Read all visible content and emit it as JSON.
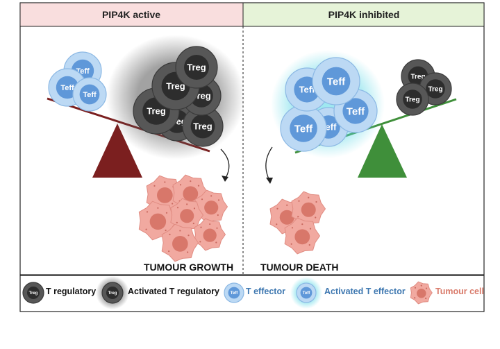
{
  "panels": {
    "left": {
      "title": "PIP4K active",
      "outcome": "TUMOUR GROWTH",
      "bg": "#f9dede"
    },
    "right": {
      "title": "PIP4K inhibited",
      "outcome": "TUMOUR DEATH",
      "bg": "#e6f3d8"
    }
  },
  "cells": {
    "treg": "Treg",
    "teff": "Teff"
  },
  "legend": {
    "treg": "T regulatory",
    "activated_treg": "Activated T regulatory",
    "teff": "T effector",
    "activated_teff": "Activated T effector",
    "tumour": "Tumour cell"
  },
  "colors": {
    "left_balance": "#7b1f1f",
    "right_balance": "#3f8f3a",
    "treg_outer": "#575757",
    "treg_inner": "#2d2d2d",
    "teff_outer": "#bcd9f4",
    "teff_inner": "#5f98d9",
    "tumour": "#f1a9a0",
    "tumour_nucleus": "#d8776a",
    "effector_text": "#3d77b0",
    "tumour_text": "#d97a6a"
  }
}
